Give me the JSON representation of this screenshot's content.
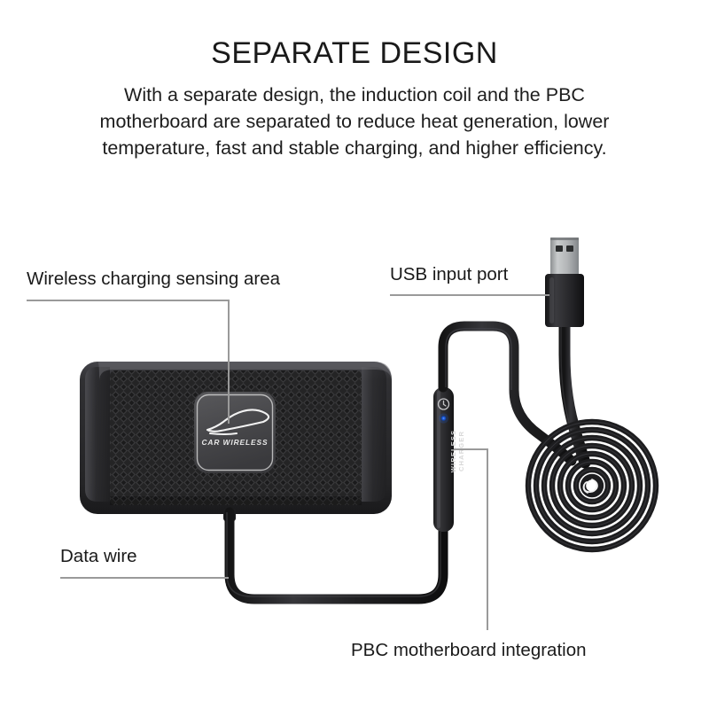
{
  "page": {
    "background_color": "#ffffff",
    "headline": "SEPARATE DESIGN",
    "body_text": "With a separate design, the induction coil and the PBC motherboard are separated to reduce heat generation, lower temperature, fast and stable charging, and higher efficiency.",
    "text_color": "#1a1a1a",
    "leader_line_color": "#9a9a9a"
  },
  "callouts": {
    "sensing_area": "Wireless charging sensing area",
    "usb_port": "USB input port",
    "data_wire": "Data wire",
    "pbc_board": "PBC motherboard integration"
  },
  "product": {
    "pad": {
      "badge_brand": "CAR WIRELESS",
      "badge_icon": "car-silhouette-icon",
      "body_color": "#262627",
      "bezel_color": "#3b3b3d",
      "texture": "diamond-crosshatch",
      "badge_fill": "#4a4a4c",
      "badge_border": "#c9c9c9"
    },
    "module": {
      "label": "WIRELESS CHARGER",
      "top_icon": "power-coil-icon",
      "led_color": "#1f5fe0",
      "body_color": "#2a2a2c"
    },
    "usb": {
      "connector_type": "usb-a",
      "shell_color": "#b9bcbd",
      "housing_color": "#262628"
    },
    "cable": {
      "color": "#1d1d1e",
      "style": "flat-ribbon",
      "coil_turns": 9
    }
  }
}
